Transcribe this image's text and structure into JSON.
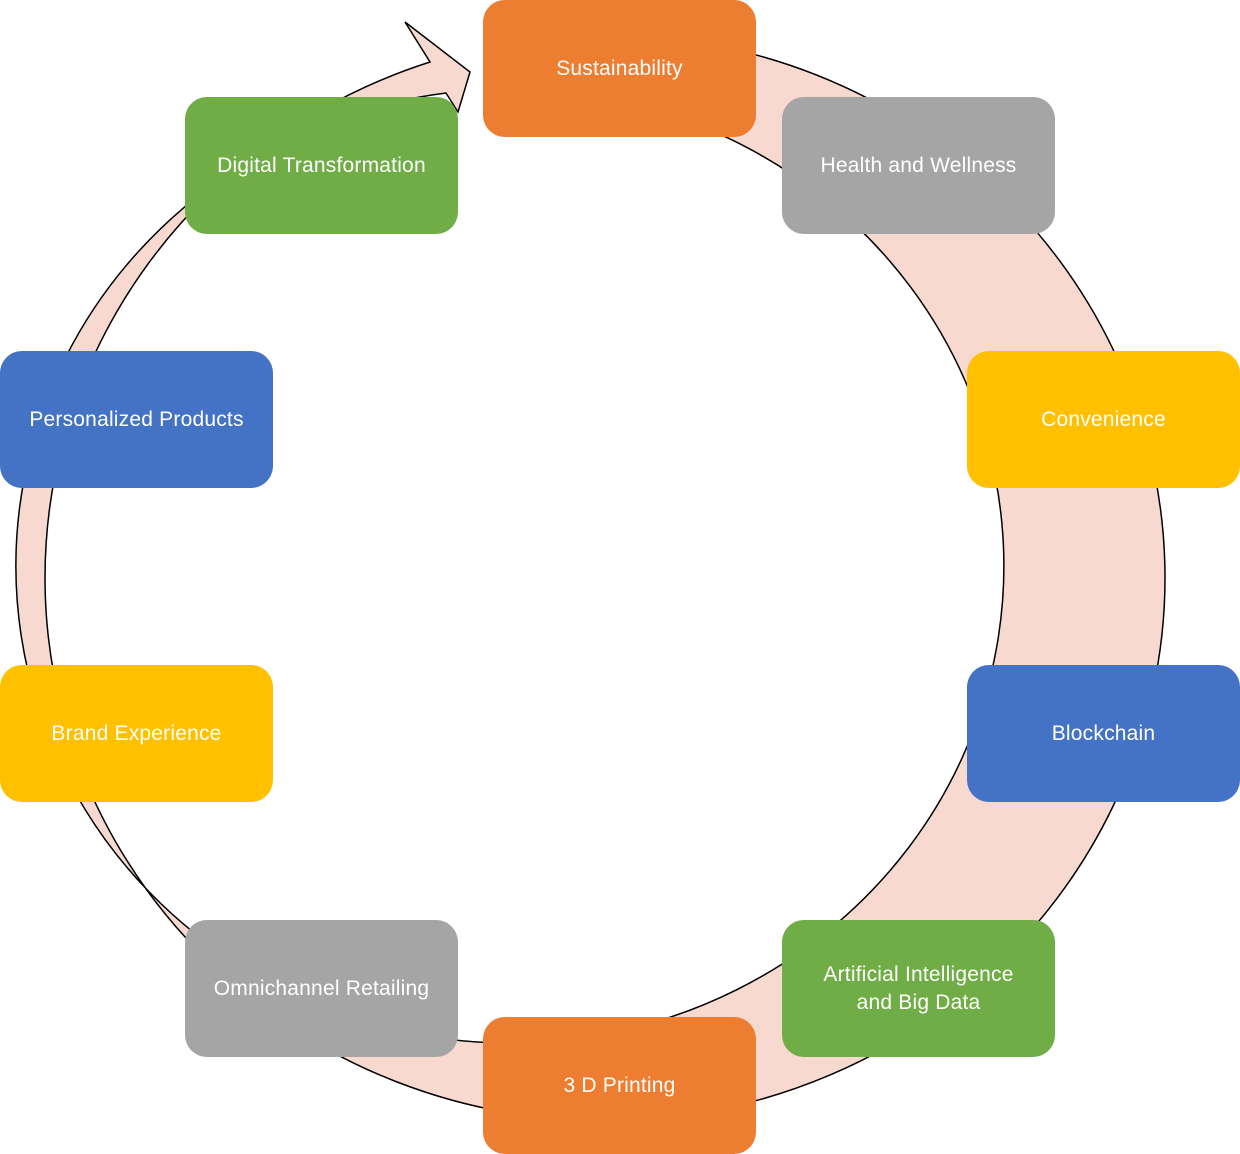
{
  "diagram": {
    "type": "cycle",
    "ring": {
      "fill_color": "#F8D9CF",
      "stroke_color": "#000000"
    },
    "nodes": [
      {
        "id": "sustainability",
        "label": "Sustainability",
        "color": "#ED7D31"
      },
      {
        "id": "health-and-wellness",
        "label": "Health and Wellness",
        "color": "#A5A5A5"
      },
      {
        "id": "convenience",
        "label": "Convenience",
        "color": "#FFC000"
      },
      {
        "id": "blockchain",
        "label": "Blockchain",
        "color": "#4472C4"
      },
      {
        "id": "ai-big-data",
        "label": "Artificial Intelligence\nand Big Data",
        "color": "#70AD47"
      },
      {
        "id": "3d-printing",
        "label": "3 D Printing",
        "color": "#ED7D31"
      },
      {
        "id": "omnichannel-retailing",
        "label": "Omnichannel Retailing",
        "color": "#A5A5A5"
      },
      {
        "id": "brand-experience",
        "label": "Brand Experience",
        "color": "#FFC000"
      },
      {
        "id": "personalized-products",
        "label": "Personalized Products",
        "color": "#4472C4"
      },
      {
        "id": "digital-transformation",
        "label": "Digital Transformation",
        "color": "#70AD47"
      }
    ]
  }
}
